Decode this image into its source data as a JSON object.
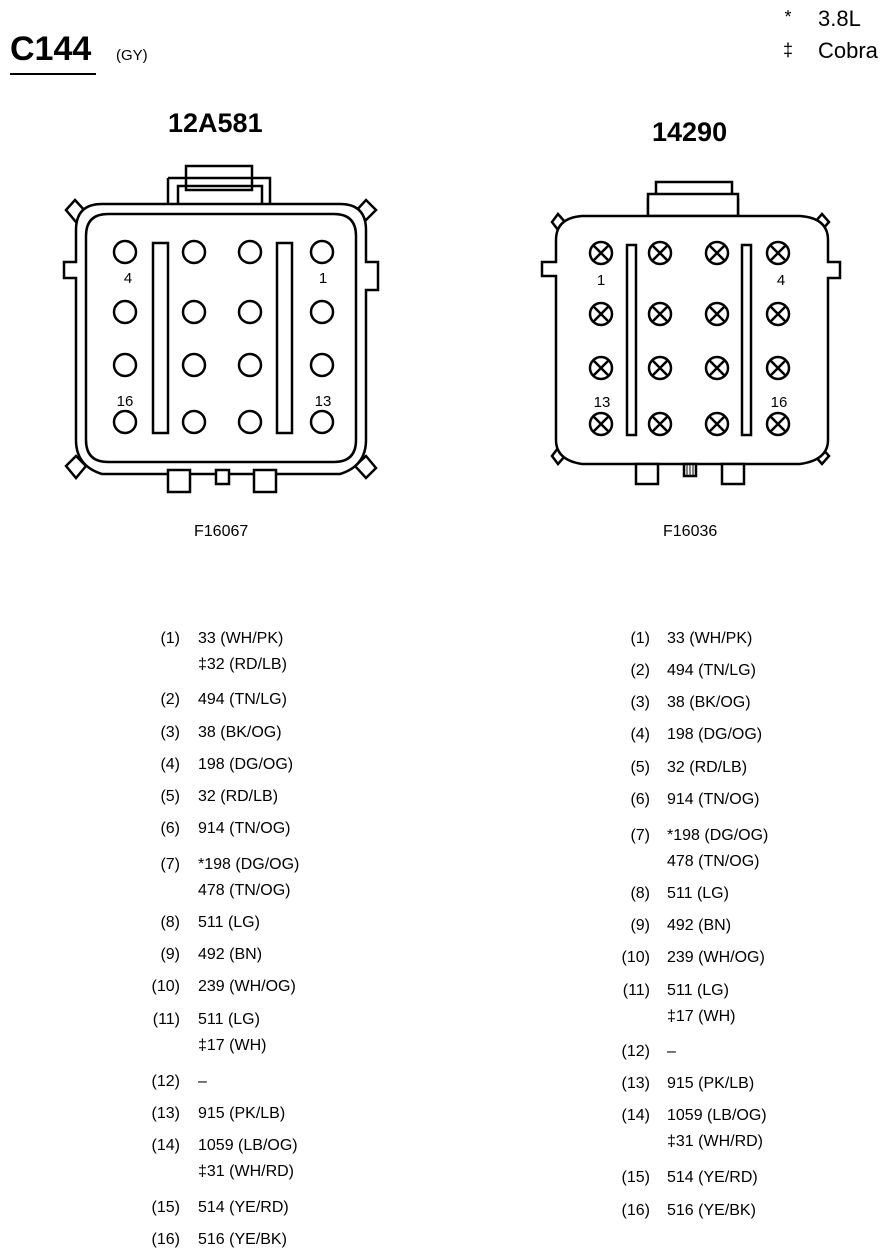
{
  "header": {
    "connector_id": "C144",
    "color_code": "(GY)",
    "legend": [
      {
        "symbol": "*",
        "text": "3.8L"
      },
      {
        "symbol": "‡",
        "text": "Cobra"
      }
    ]
  },
  "connectors": [
    {
      "part_number": "12A581",
      "figure_id": "F16067",
      "pin_labels": [
        "4",
        "1",
        "16",
        "13"
      ],
      "pins": [
        {
          "num": "(1)",
          "wires": [
            "33 (WH/PK)",
            "‡32 (RD/LB)"
          ]
        },
        {
          "num": "(2)",
          "wires": [
            "494 (TN/LG)"
          ]
        },
        {
          "num": "(3)",
          "wires": [
            "38 (BK/OG)"
          ]
        },
        {
          "num": "(4)",
          "wires": [
            "198 (DG/OG)"
          ]
        },
        {
          "num": "(5)",
          "wires": [
            "32 (RD/LB)"
          ]
        },
        {
          "num": "(6)",
          "wires": [
            "914 (TN/OG)"
          ]
        },
        {
          "num": "(7)",
          "wires": [
            "*198 (DG/OG)",
            "478 (TN/OG)"
          ]
        },
        {
          "num": "(8)",
          "wires": [
            "511 (LG)"
          ]
        },
        {
          "num": "(9)",
          "wires": [
            "492 (BN)"
          ]
        },
        {
          "num": "(10)",
          "wires": [
            "239 (WH/OG)"
          ]
        },
        {
          "num": "(11)",
          "wires": [
            "511 (LG)",
            "‡17 (WH)"
          ]
        },
        {
          "num": "(12)",
          "wires": [
            "–"
          ]
        },
        {
          "num": "(13)",
          "wires": [
            "915 (PK/LB)"
          ]
        },
        {
          "num": "(14)",
          "wires": [
            "1059 (LB/OG)",
            "‡31 (WH/RD)"
          ]
        },
        {
          "num": "(15)",
          "wires": [
            "514 (YE/RD)"
          ]
        },
        {
          "num": "(16)",
          "wires": [
            "516 (YE/BK)"
          ]
        }
      ]
    },
    {
      "part_number": "14290",
      "figure_id": "F16036",
      "pin_labels": [
        "1",
        "4",
        "13",
        "16"
      ],
      "pins": [
        {
          "num": "(1)",
          "wires": [
            "33 (WH/PK)"
          ]
        },
        {
          "num": "(2)",
          "wires": [
            "494 (TN/LG)"
          ]
        },
        {
          "num": "(3)",
          "wires": [
            "38 (BK/OG)"
          ]
        },
        {
          "num": "(4)",
          "wires": [
            "198 (DG/OG)"
          ]
        },
        {
          "num": "(5)",
          "wires": [
            "32 (RD/LB)"
          ]
        },
        {
          "num": "(6)",
          "wires": [
            "914 (TN/OG)"
          ]
        },
        {
          "num": "(7)",
          "wires": [
            "*198 (DG/OG)",
            "478 (TN/OG)"
          ]
        },
        {
          "num": "(8)",
          "wires": [
            "511 (LG)"
          ]
        },
        {
          "num": "(9)",
          "wires": [
            "492 (BN)"
          ]
        },
        {
          "num": "(10)",
          "wires": [
            "239 (WH/OG)"
          ]
        },
        {
          "num": "(11)",
          "wires": [
            "511 (LG)",
            "‡17 (WH)"
          ]
        },
        {
          "num": "(12)",
          "wires": [
            "–"
          ]
        },
        {
          "num": "(13)",
          "wires": [
            "915 (PK/LB)"
          ]
        },
        {
          "num": "(14)",
          "wires": [
            "1059 (LB/OG)",
            "‡31 (WH/RD)"
          ]
        },
        {
          "num": "(15)",
          "wires": [
            "514 (YE/RD)"
          ]
        },
        {
          "num": "(16)",
          "wires": [
            "516 (YE/BK)"
          ]
        }
      ]
    }
  ]
}
